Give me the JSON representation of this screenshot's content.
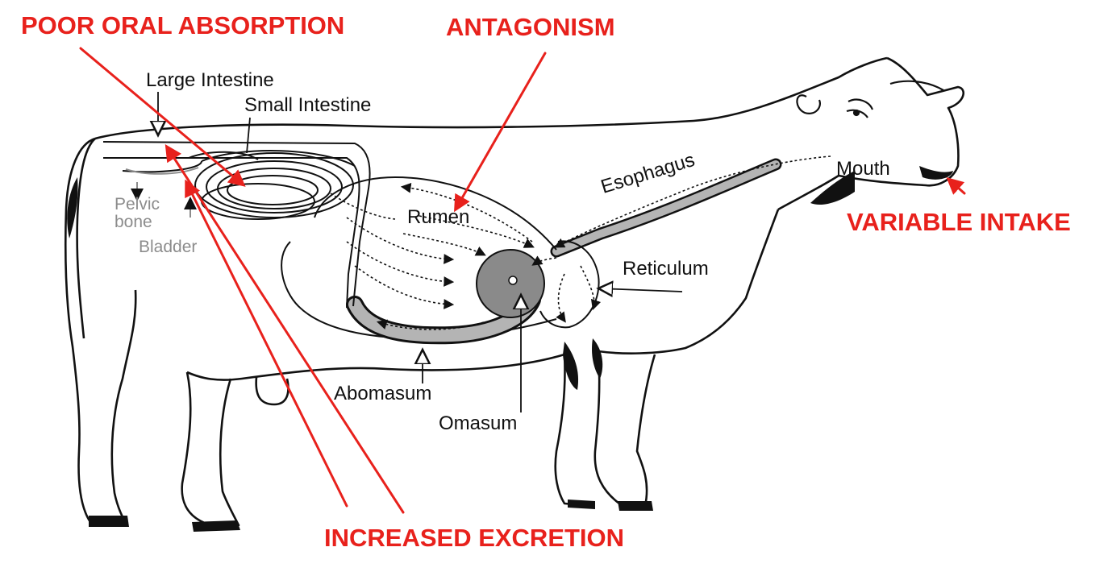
{
  "colors": {
    "annotation": "#e8211c",
    "outline": "#111111",
    "faint": "#8c8c8c",
    "organ_fill": "#b4b4b4",
    "omasum_fill": "#8a8a8a"
  },
  "annotations": {
    "poor_oral_absorption": "POOR ORAL ABSORPTION",
    "antagonism": "ANTAGONISM",
    "variable_intake": "VARIABLE INTAKE",
    "increased_excretion": "INCREASED EXCRETION"
  },
  "organs": {
    "large_intestine": "Large Intestine",
    "small_intestine": "Small Intestine",
    "rumen": "Rumen",
    "esophagus": "Esophagus",
    "mouth": "Mouth",
    "reticulum": "Reticulum",
    "abomasum": "Abomasum",
    "omasum": "Omasum",
    "pelvic_bone_line1": "Pelvic",
    "pelvic_bone_line2": "bone",
    "bladder": "Bladder"
  }
}
